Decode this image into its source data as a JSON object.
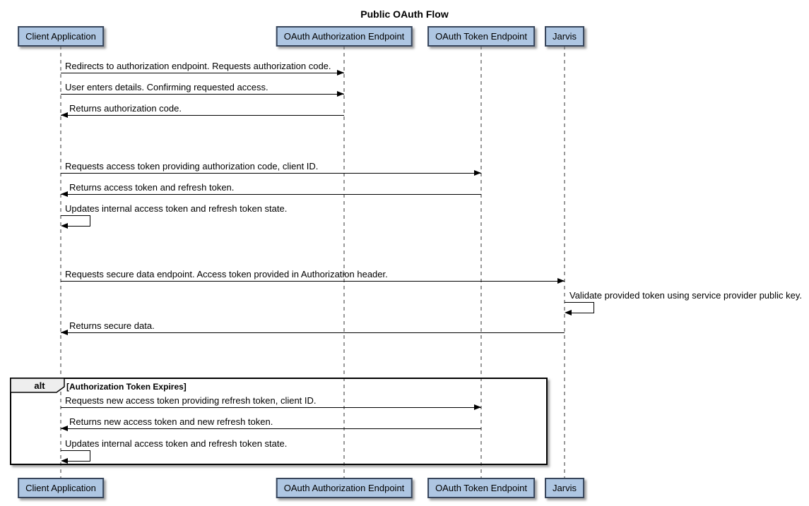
{
  "diagram": {
    "title": "Public OAuth Flow",
    "type": "sequence-diagram",
    "operator": {
      "label": "alt",
      "condition": "[Authorization Token Expires]"
    }
  },
  "participants": [
    {
      "name": "Client Application"
    },
    {
      "name": "OAuth Authorization Endpoint"
    },
    {
      "name": "OAuth Token Endpoint"
    },
    {
      "name": "Jarvis"
    }
  ],
  "messages": [
    {
      "from": "Client Application",
      "to": "OAuth Authorization Endpoint",
      "self": false,
      "in_alt": false,
      "label": "Redirects to authorization endpoint. Requests authorization code."
    },
    {
      "from": "Client Application",
      "to": "OAuth Authorization Endpoint",
      "self": false,
      "in_alt": false,
      "label": "User enters details. Confirming requested access."
    },
    {
      "from": "OAuth Authorization Endpoint",
      "to": "Client Application",
      "self": false,
      "in_alt": false,
      "label": "Returns authorization code."
    },
    {
      "from": "Client Application",
      "to": "OAuth Token Endpoint",
      "self": false,
      "in_alt": false,
      "label": "Requests access token providing authorization code, client ID."
    },
    {
      "from": "OAuth Token Endpoint",
      "to": "Client Application",
      "self": false,
      "in_alt": false,
      "label": "Returns access token and refresh token."
    },
    {
      "from": "Client Application",
      "to": "Client Application",
      "self": true,
      "in_alt": false,
      "label": "Updates internal access token and refresh token state."
    },
    {
      "from": "Client Application",
      "to": "Jarvis",
      "self": false,
      "in_alt": false,
      "label": "Requests secure data endpoint. Access token provided in Authorization header."
    },
    {
      "from": "Jarvis",
      "to": "Jarvis",
      "self": true,
      "in_alt": false,
      "label": "Validate provided token using service provider public key."
    },
    {
      "from": "Jarvis",
      "to": "Client Application",
      "self": false,
      "in_alt": false,
      "label": "Returns secure data."
    },
    {
      "from": "Client Application",
      "to": "OAuth Token Endpoint",
      "self": false,
      "in_alt": true,
      "label": "Requests new access token providing refresh token, client ID."
    },
    {
      "from": "OAuth Token Endpoint",
      "to": "Client Application",
      "self": false,
      "in_alt": true,
      "label": "Returns new access token and new refresh token."
    },
    {
      "from": "Client Application",
      "to": "Client Application",
      "self": true,
      "in_alt": true,
      "label": "Updates internal access token and refresh token state."
    }
  ],
  "colors": {
    "participant_fill": "#AEC6E2",
    "participant_border": "#37455B",
    "lifeline": "#999999",
    "arrow": "#000000",
    "frame_border": "#000000",
    "operator_fill": "#EEEEEE",
    "background": "#FFFFFF"
  }
}
